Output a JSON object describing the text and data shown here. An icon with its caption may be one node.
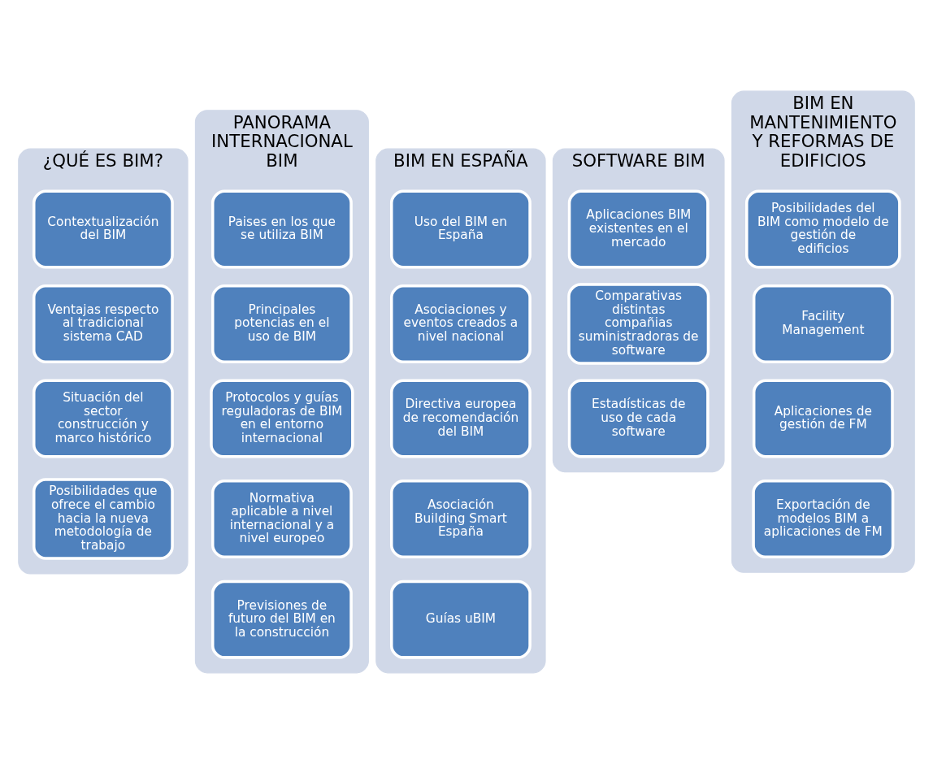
{
  "diagram": {
    "nodes": [
      {
        "text": [
          "¿QUÉ ES BIM?"
        ]
      },
      {
        "text": [
          "Contextualización del BIM"
        ],
        "in": 0
      },
      {
        "text": [
          "Ventajas respecto al tradicional sistema CAD"
        ],
        "in": 0
      },
      {
        "text": [
          "Situación del sector construcción y marco histórico"
        ],
        "in": 0
      },
      {
        "text": [
          "Posibilidades que ofrece el cambio hacia la nueva metodología de trabajo"
        ],
        "in": 0
      },
      {
        "text": [
          "PANORAMA INTERNACIONAL BIM"
        ]
      },
      {
        "text": [
          "Paises en los que se utiliza BIM"
        ],
        "in": 5
      },
      {
        "text": [
          "Principales potencias en el uso de BIM"
        ],
        "in": 5
      },
      {
        "text": [
          "Protocolos y guías reguladoras de BIM en el entorno internacional"
        ],
        "in": 5
      },
      {
        "text": [
          "Normativa aplicable a nivel internacional y a nivel europeo"
        ],
        "in": 5
      },
      {
        "text": [
          "Previsiones de futuro del BIM en la construcción"
        ],
        "in": 5
      },
      {
        "text": [
          "BIM EN ESPAÑA"
        ]
      },
      {
        "text": [
          "Uso del BIM en España"
        ],
        "in": 11
      },
      {
        "text": [
          "Asociaciones y eventos creados a nivel nacional"
        ],
        "in": 11
      },
      {
        "text": [
          "Directiva europea de recomendación del BIM"
        ],
        "in": 11
      },
      {
        "text": [
          "Asociación Building Smart España"
        ],
        "in": 11
      },
      {
        "text": [
          "Guías uBIM"
        ],
        "in": 11
      },
      {
        "text": [
          "SOFTWARE BIM"
        ]
      },
      {
        "text": [
          "Aplicaciones BIM existentes en el mercado"
        ],
        "in": 17
      },
      {
        "text": [
          "Comparativas distintas compañias suministradoras de software"
        ],
        "in": 17
      },
      {
        "text": [
          "Estadísticas de uso de cada software"
        ],
        "in": 17
      },
      {
        "text": [
          "BIM EN MANTENIMIENTO Y REFORMAS DE EDIFICIOS"
        ]
      },
      {
        "text": [
          "Posibilidades del BIM como modelo de gestión de edificios"
        ],
        "in": 21
      },
      {
        "text": [
          "Facility Management"
        ],
        "in": 21
      },
      {
        "text": [
          "Aplicaciones de gestión de FM"
        ],
        "in": 21
      },
      {
        "text": [
          "Exportación de modelos BIM a aplicaciones de FM"
        ],
        "in": 21
      }
    ],
    "edges": []
  }
}
